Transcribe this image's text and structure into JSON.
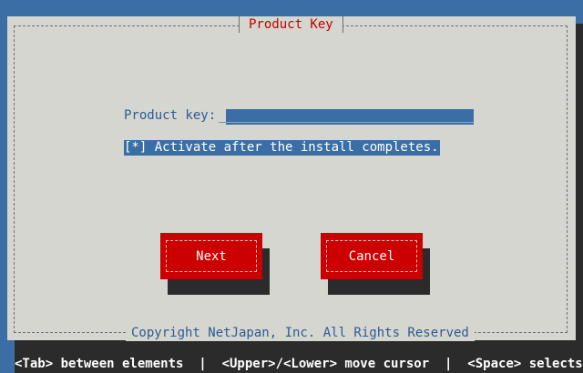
{
  "dialog": {
    "title": "Product Key",
    "product_key_label": "Product key:",
    "product_key_cursor": "_",
    "product_key_value": "",
    "product_key_fill": "__________________________________",
    "activate_checkbox_text": "[*] Activate after the install completes.",
    "activate_checked": true,
    "buttons": {
      "next": "Next",
      "cancel": "Cancel"
    },
    "copyright": "Copyright NetJapan, Inc. All Rights Reserved"
  },
  "statusbar": {
    "text": "<Tab> between elements  |  <Upper>/<Lower> move cursor  |  <Space> selects"
  },
  "colors": {
    "background": "#3a6ea5",
    "dialog": "#d6d6d0",
    "title": "#c00000",
    "button": "#cc0000",
    "label": "#2d5a94",
    "shadow": "#2b2b2b"
  }
}
